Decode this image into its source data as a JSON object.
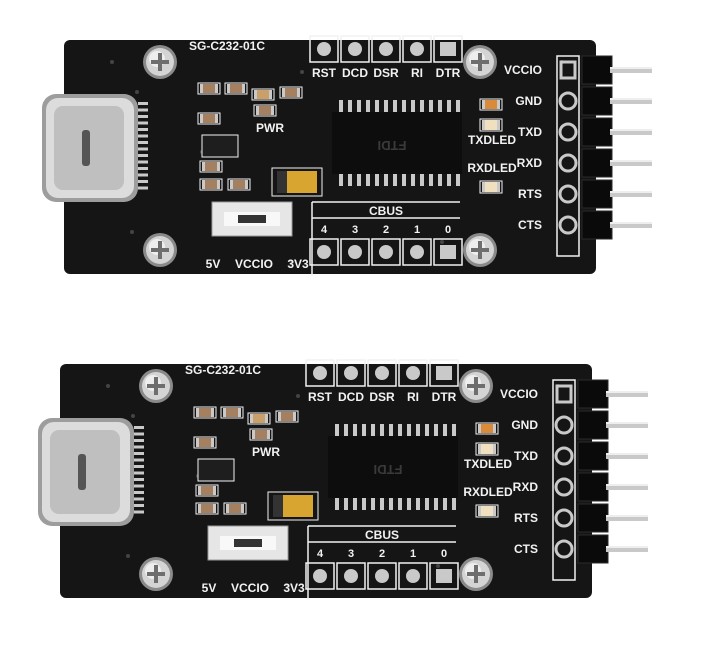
{
  "boards": [
    {
      "model": "SG-C232-01C",
      "top_pins": [
        "RST",
        "DCD",
        "DSR",
        "RI",
        "DTR"
      ],
      "cbus_title": "CBUS",
      "cbus_pins": [
        "4",
        "3",
        "2",
        "1",
        "0"
      ],
      "header_pins": [
        "VCCIO",
        "GND",
        "TXD",
        "RXD",
        "RTS",
        "CTS"
      ],
      "pwr_label": "PWR",
      "txd_led_label": "TXDLED",
      "rxd_led_label": "RXDLED",
      "switch_labels": [
        "5V",
        "VCCIO",
        "3V3"
      ],
      "chip_marking": "FTDI"
    },
    {
      "model": "SG-C232-01C",
      "top_pins": [
        "RST",
        "DCD",
        "DSR",
        "RI",
        "DTR"
      ],
      "cbus_title": "CBUS",
      "cbus_pins": [
        "4",
        "3",
        "2",
        "1",
        "0"
      ],
      "header_pins": [
        "VCCIO",
        "GND",
        "TXD",
        "RXD",
        "RTS",
        "CTS"
      ],
      "pwr_label": "PWR",
      "txd_led_label": "TXDLED",
      "rxd_led_label": "RXDLED",
      "switch_labels": [
        "5V",
        "VCCIO",
        "3V3"
      ],
      "chip_marking": "FTDI"
    }
  ],
  "colors": {
    "pcb": "#151515",
    "silkscreen": "#f2f2f2",
    "metal": "#c9c9c9",
    "gold": "#d9a531",
    "led_amber": "#d98a3a"
  }
}
